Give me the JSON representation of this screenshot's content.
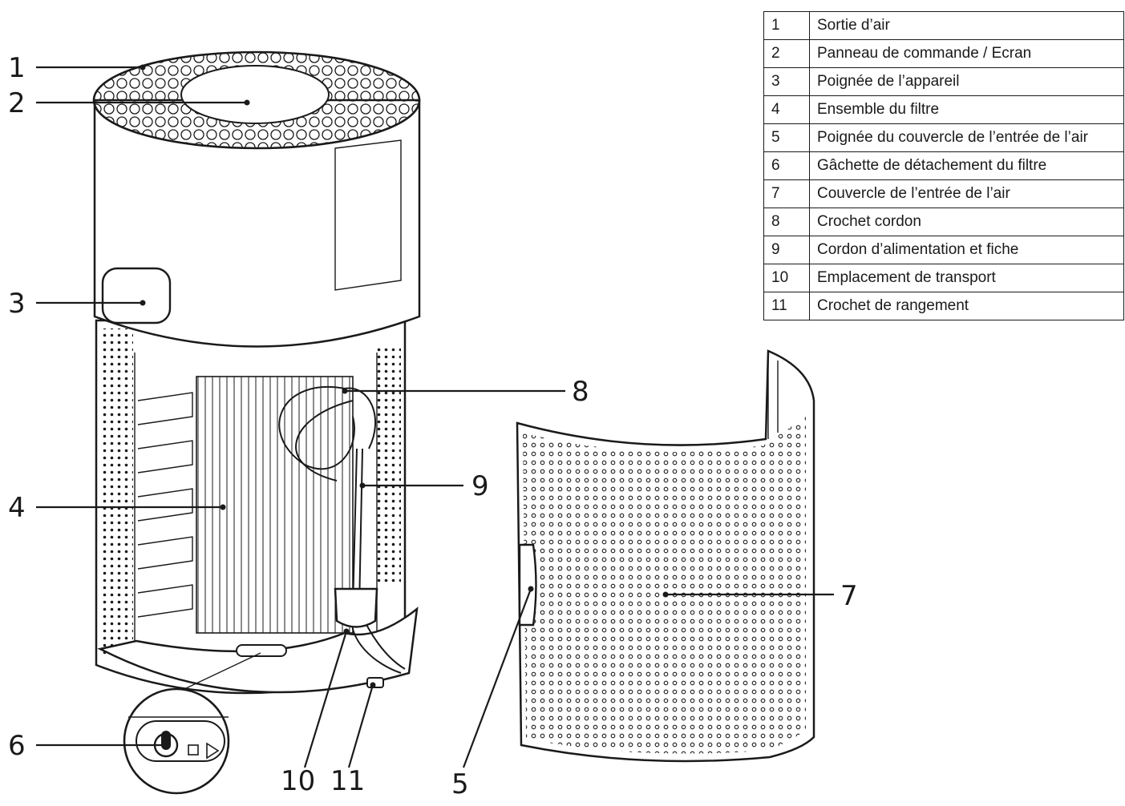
{
  "legend": [
    {
      "num": "1",
      "text": "Sortie d’air"
    },
    {
      "num": "2",
      "text": "Panneau de commande / Ecran"
    },
    {
      "num": "3",
      "text": "Poignée de l’appareil"
    },
    {
      "num": "4",
      "text": "Ensemble du filtre"
    },
    {
      "num": "5",
      "text": "Poignée du couvercle de l’entrée de l’air"
    },
    {
      "num": "6",
      "text": "Gâchette de détachement du filtre"
    },
    {
      "num": "7",
      "text": "Couvercle de l’entrée de l’air"
    },
    {
      "num": "8",
      "text": "Crochet cordon"
    },
    {
      "num": "9",
      "text": "Cordon d’alimentation et fiche"
    },
    {
      "num": "10",
      "text": "Emplacement de transport"
    },
    {
      "num": "11",
      "text": "Crochet de rangement"
    }
  ],
  "callouts": {
    "c1": "1",
    "c2": "2",
    "c3": "3",
    "c4": "4",
    "c5": "5",
    "c6": "6",
    "c7": "7",
    "c8": "8",
    "c9": "9",
    "c10": "10",
    "c11": "11"
  }
}
